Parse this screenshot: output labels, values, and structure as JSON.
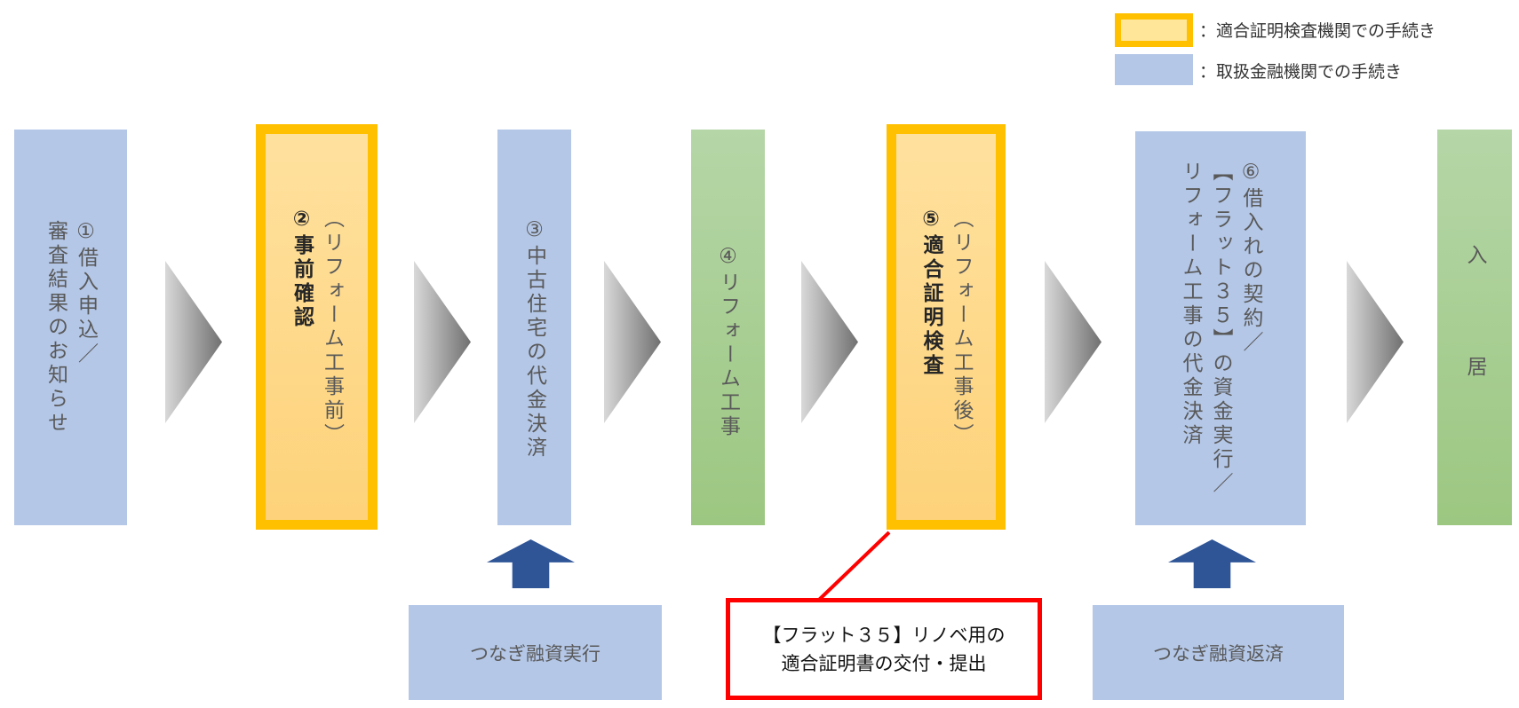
{
  "legend": [
    {
      "label": "：適合証明検査機関での手続き",
      "color": "#ffc000"
    },
    {
      "label": "：取扱金融機関での手続き",
      "color": "#b4c7e7"
    }
  ],
  "steps": [
    {
      "lines": [
        "①借入申込／",
        "審査結果のお知らせ"
      ]
    },
    {
      "lines": [
        "（リフォーム工事前）",
        "②事前確認"
      ]
    },
    {
      "lines": [
        "③中古住宅の代金決済"
      ]
    },
    {
      "lines": [
        "④リフォーム工事"
      ]
    },
    {
      "lines": [
        "（リフォーム工事後）",
        "⑤適合証明検査"
      ]
    },
    {
      "lines": [
        "⑥借入れの契約／",
        "【フラット３５】の資金実行／",
        "リフォーム工事の代金決済"
      ]
    },
    {
      "lines": [
        "入　居"
      ]
    }
  ],
  "sub_boxes": {
    "bridge_loan_execution": "つなぎ融資実行",
    "certificate": [
      "【フラット３５】リノベ用の",
      "適合証明書の交付・提出"
    ],
    "bridge_loan_repayment": "つなぎ融資返済"
  },
  "colors": {
    "blue": "#b4c7e7",
    "yellow_border": "#ffc000",
    "green": "#a9d18e",
    "arrow": "#2f5597",
    "callout": "#ff0000"
  }
}
